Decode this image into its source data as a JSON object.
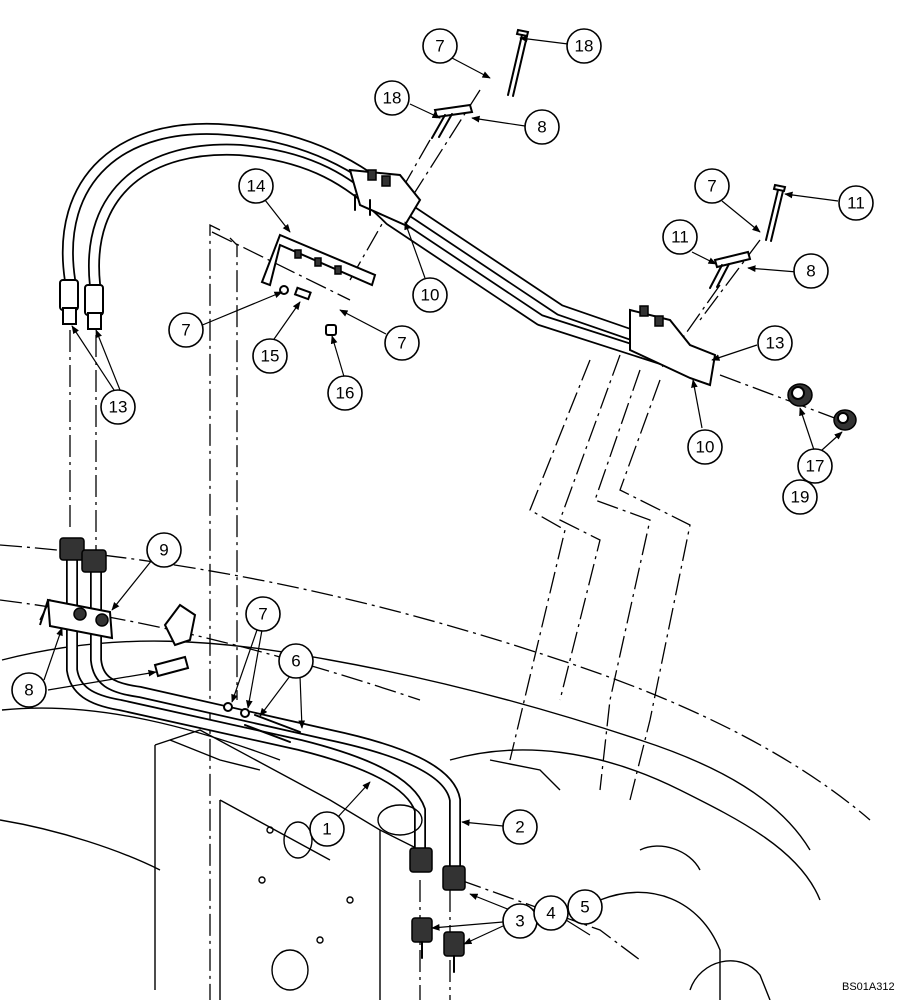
{
  "drawing_code": "BS01A312",
  "callouts": [
    "1",
    "2",
    "3",
    "4",
    "5",
    "6",
    "7",
    "8",
    "9",
    "10",
    "11",
    "13",
    "14",
    "15",
    "16",
    "17",
    "18",
    "19"
  ],
  "colors": {
    "ink": "#000000",
    "paper": "#ffffff"
  }
}
